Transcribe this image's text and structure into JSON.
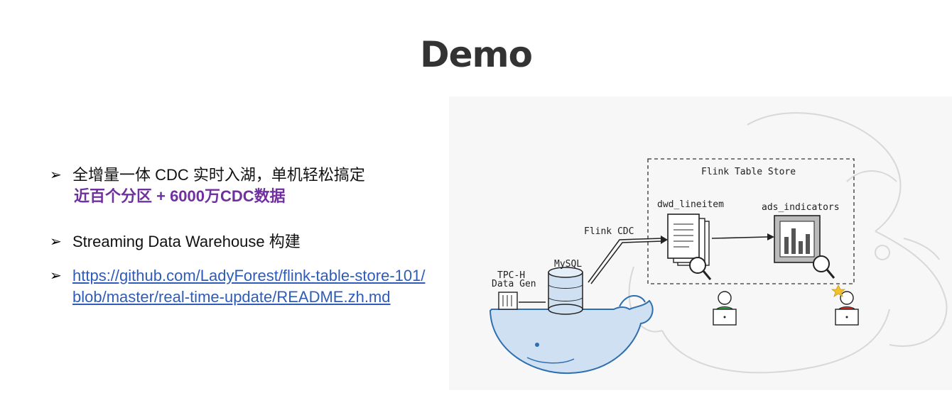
{
  "slide": {
    "title": "Demo"
  },
  "bullets": [
    {
      "text": "全增量一体 CDC 实时入湖，单机轻松搞定",
      "highlight": "近百个分区 + 6000万CDC数据"
    },
    {
      "text": "Streaming Data Warehouse 构建"
    },
    {
      "link": "https://github.com/LadyForest/flink-table-store-101/blob/master/real-time-update/README.zh.md"
    }
  ],
  "diagram": {
    "store_label": "Flink Table Store",
    "cdc_label": "Flink CDC",
    "dwd_label": "dwd_lineitem",
    "ads_label": "ads_indicators",
    "mysql_label": "MySQL",
    "tpch_label_1": "TPC-H",
    "tpch_label_2": "Data Gen",
    "colors": {
      "whale": "#2d6fb0",
      "whale_fill": "#cfe0f2",
      "person_green": "#3aa84a",
      "person_red": "#d9342b",
      "star": "#f2c12e"
    }
  }
}
